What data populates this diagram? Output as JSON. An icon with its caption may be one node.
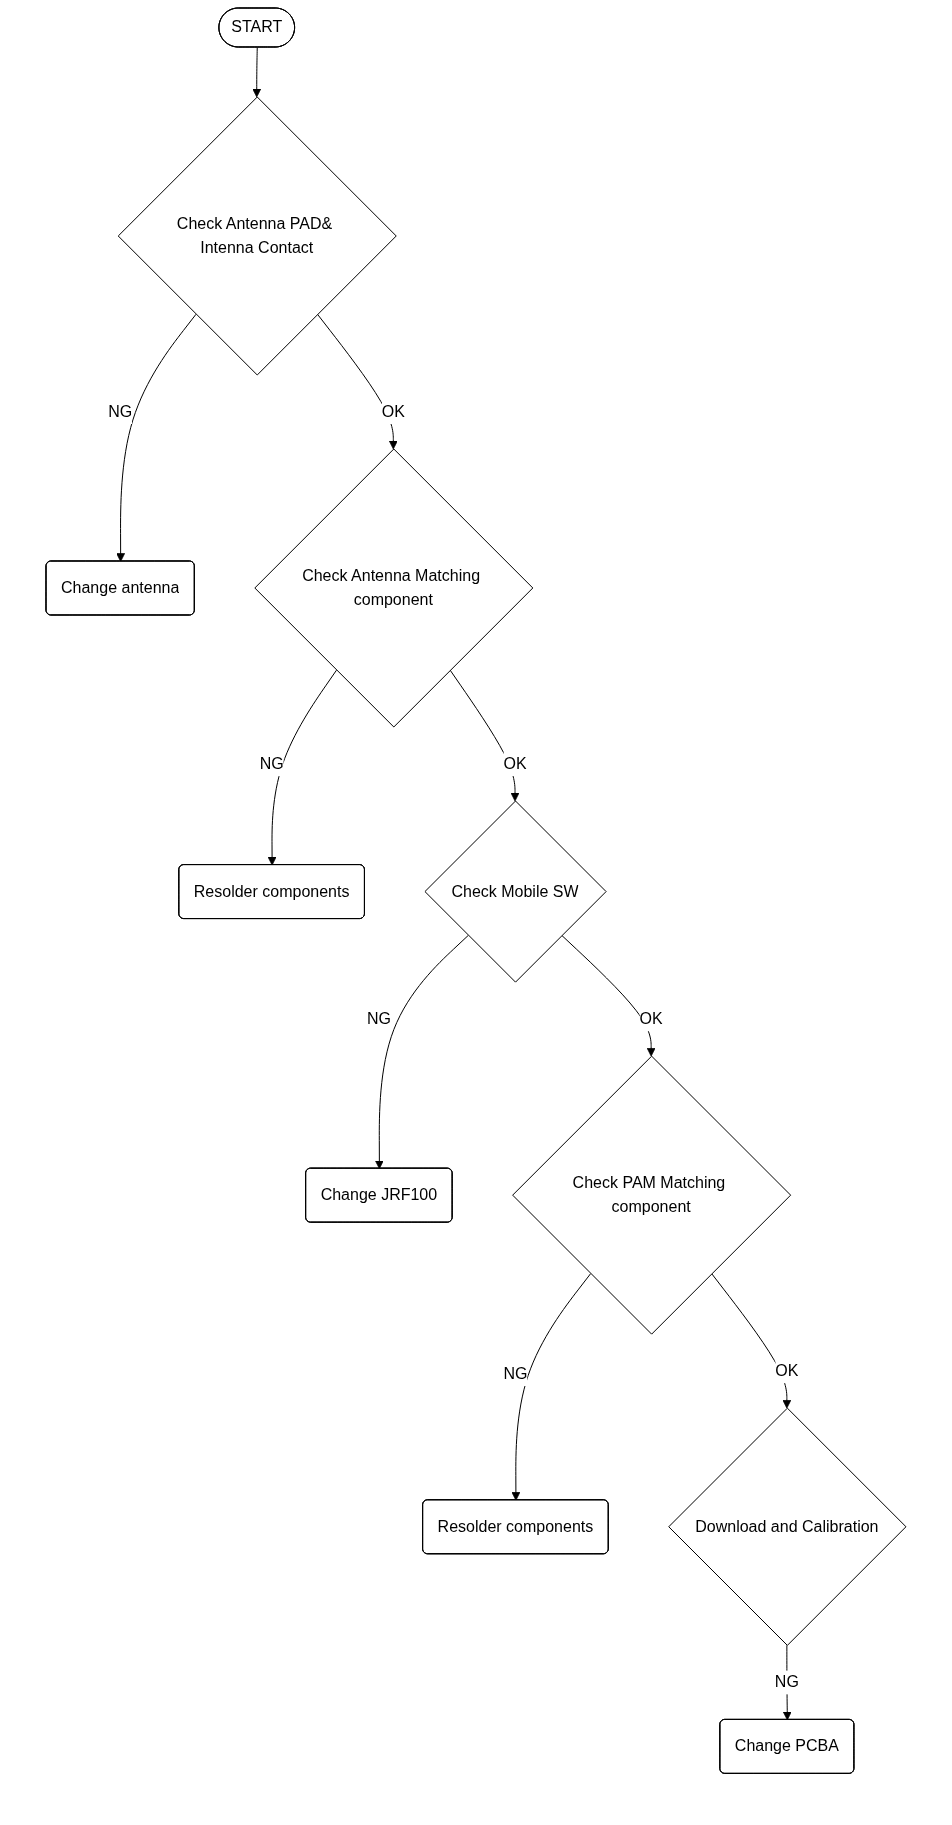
{
  "diagram": {
    "nodes": [
      {
        "text": [
          "START"
        ]
      },
      {
        "text": [
          "Check Antenna PAD& Intenna Contact"
        ]
      },
      {
        "text": [
          "Change antenna"
        ]
      },
      {
        "text": [
          "Check Antenna Matching component"
        ]
      },
      {
        "text": [
          "Resolder components"
        ]
      },
      {
        "text": [
          "Check Mobile SW"
        ]
      },
      {
        "text": [
          "Change JRF100"
        ]
      },
      {
        "text": [
          "Check PAM Matching component"
        ]
      },
      {
        "text": [
          "Resolder components"
        ]
      },
      {
        "text": [
          "Download and Calibration"
        ]
      },
      {
        "text": [
          "Change PCBA"
        ]
      }
    ],
    "edges": [
      {
        "from": 0,
        "to": 1,
        "arrow": "to"
      },
      {
        "from": 1,
        "to": 2,
        "arrow": "to",
        "label": "NG"
      },
      {
        "from": 1,
        "to": 3,
        "arrow": "to",
        "label": "OK"
      },
      {
        "from": 3,
        "to": 4,
        "arrow": "to",
        "label": "NG"
      },
      {
        "from": 3,
        "to": 5,
        "arrow": "to",
        "label": "OK"
      },
      {
        "from": 5,
        "to": 6,
        "arrow": "to",
        "label": "NG"
      },
      {
        "from": 5,
        "to": 7,
        "arrow": "to",
        "label": "OK"
      },
      {
        "from": 7,
        "to": 8,
        "arrow": "to",
        "label": "NG"
      },
      {
        "from": 7,
        "to": 9,
        "arrow": "to",
        "label": "OK"
      },
      {
        "from": 9,
        "to": 10,
        "arrow": "to",
        "label": "NG"
      }
    ]
  }
}
